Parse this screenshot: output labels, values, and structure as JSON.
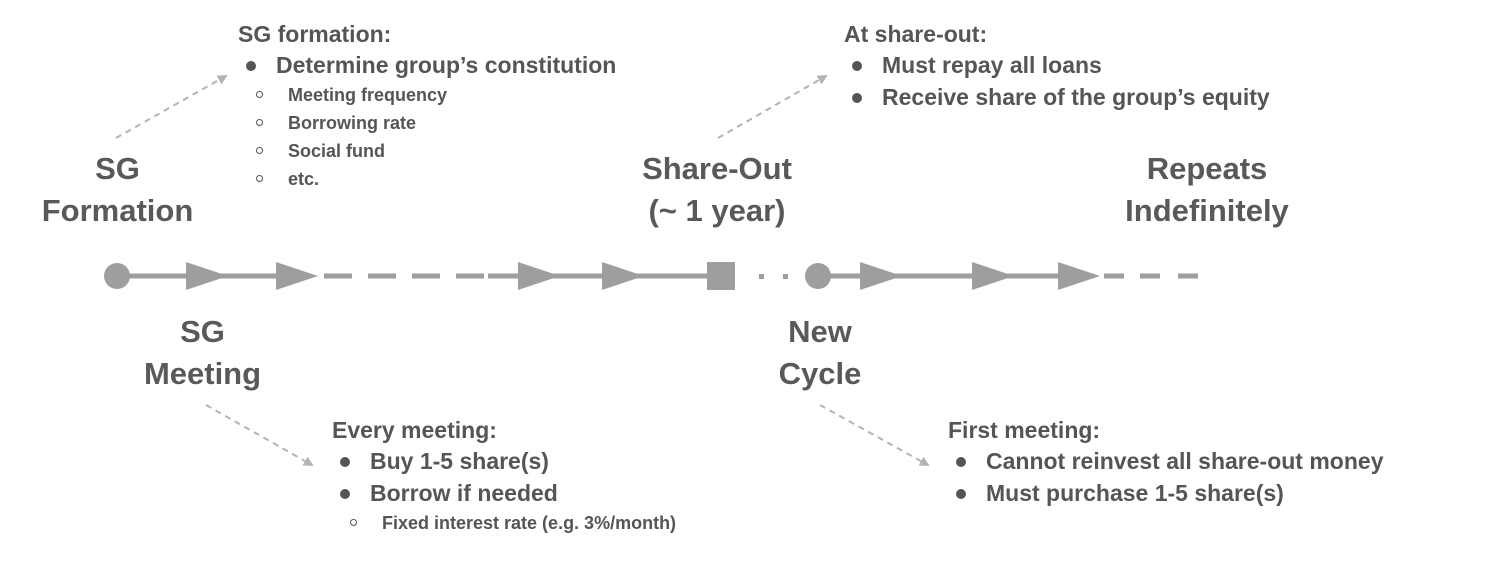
{
  "stages": {
    "sg_formation": [
      "SG",
      "Formation"
    ],
    "share_out": [
      "Share-Out",
      "(~ 1 year)"
    ],
    "repeats": [
      "Repeats",
      "Indefinitely"
    ],
    "sg_meeting": [
      "SG",
      "Meeting"
    ],
    "new_cycle": [
      "New",
      "Cycle"
    ]
  },
  "callouts": {
    "formation": {
      "heading": "SG formation:",
      "items": [
        {
          "text": "Determine group’s constitution",
          "subitems": [
            "Meeting frequency",
            "Borrowing rate",
            "Social fund",
            "etc."
          ]
        }
      ]
    },
    "share_out": {
      "heading": "At share-out:",
      "items": [
        {
          "text": "Must repay all loans",
          "subitems": []
        },
        {
          "text": "Receive share of the group’s equity",
          "subitems": []
        }
      ]
    },
    "meeting": {
      "heading": "Every meeting:",
      "items": [
        {
          "text": "Buy 1-5 share(s)",
          "subitems": []
        },
        {
          "text": "Borrow if needed",
          "subitems": [
            "Fixed interest rate (e.g. 3%/month)"
          ]
        }
      ]
    },
    "first_meeting": {
      "heading": "First meeting:",
      "items": [
        {
          "text": "Cannot reinvest all share-out money",
          "subitems": []
        },
        {
          "text": "Must purchase 1-5 share(s)",
          "subitems": []
        }
      ]
    }
  },
  "colors": {
    "line": "#9e9e9e",
    "text": "#555555",
    "arrow_dashed": "#b3b3b3"
  }
}
